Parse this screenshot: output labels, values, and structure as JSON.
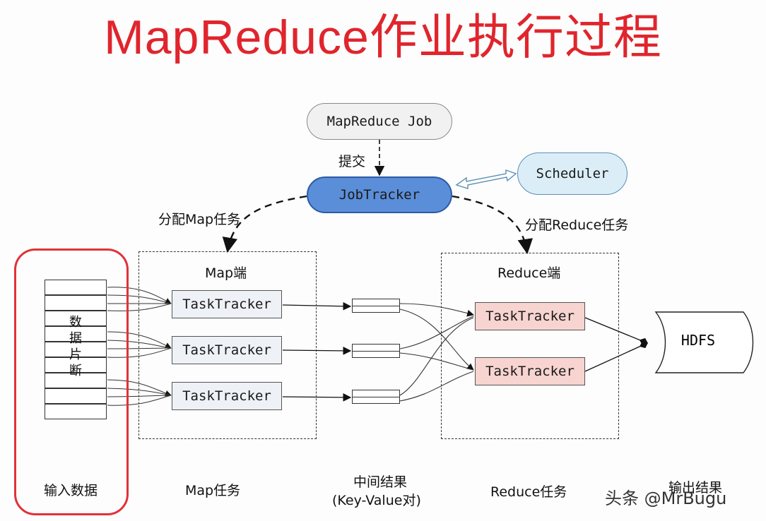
{
  "title": "MapReduce作业执行过程",
  "job_label": "MapReduce Job",
  "submit_label": "提交",
  "jobtracker_label": "JobTracker",
  "scheduler_label": "Scheduler",
  "assign_map_label": "分配Map任务",
  "assign_reduce_label": "分配Reduce任务",
  "map_side_label": "Map端",
  "reduce_side_label": "Reduce端",
  "map_tasktrackers": [
    "TaskTracker",
    "TaskTracker",
    "TaskTracker"
  ],
  "reduce_tasktrackers": [
    "TaskTracker",
    "TaskTracker"
  ],
  "hdfs_label": "HDFS",
  "split_chars": [
    "数",
    "据",
    "片",
    "断"
  ],
  "bottom_labels": {
    "input": "输入数据",
    "map_task": "Map任务",
    "intermediate_line1": "中间结果",
    "intermediate_line2": "(Key-Value对)",
    "reduce_task": "Reduce任务",
    "output": "输出结果"
  },
  "watermark": "头条 @MrBugu",
  "colors": {
    "title": "#e0252d",
    "jobtracker_fill": "#5b8ed8",
    "scheduler_fill": "#dbeef8",
    "map_tt_fill": "#eef1f6",
    "reduce_tt_fill": "#f7d4d0",
    "input_outline": "#e0323a"
  }
}
